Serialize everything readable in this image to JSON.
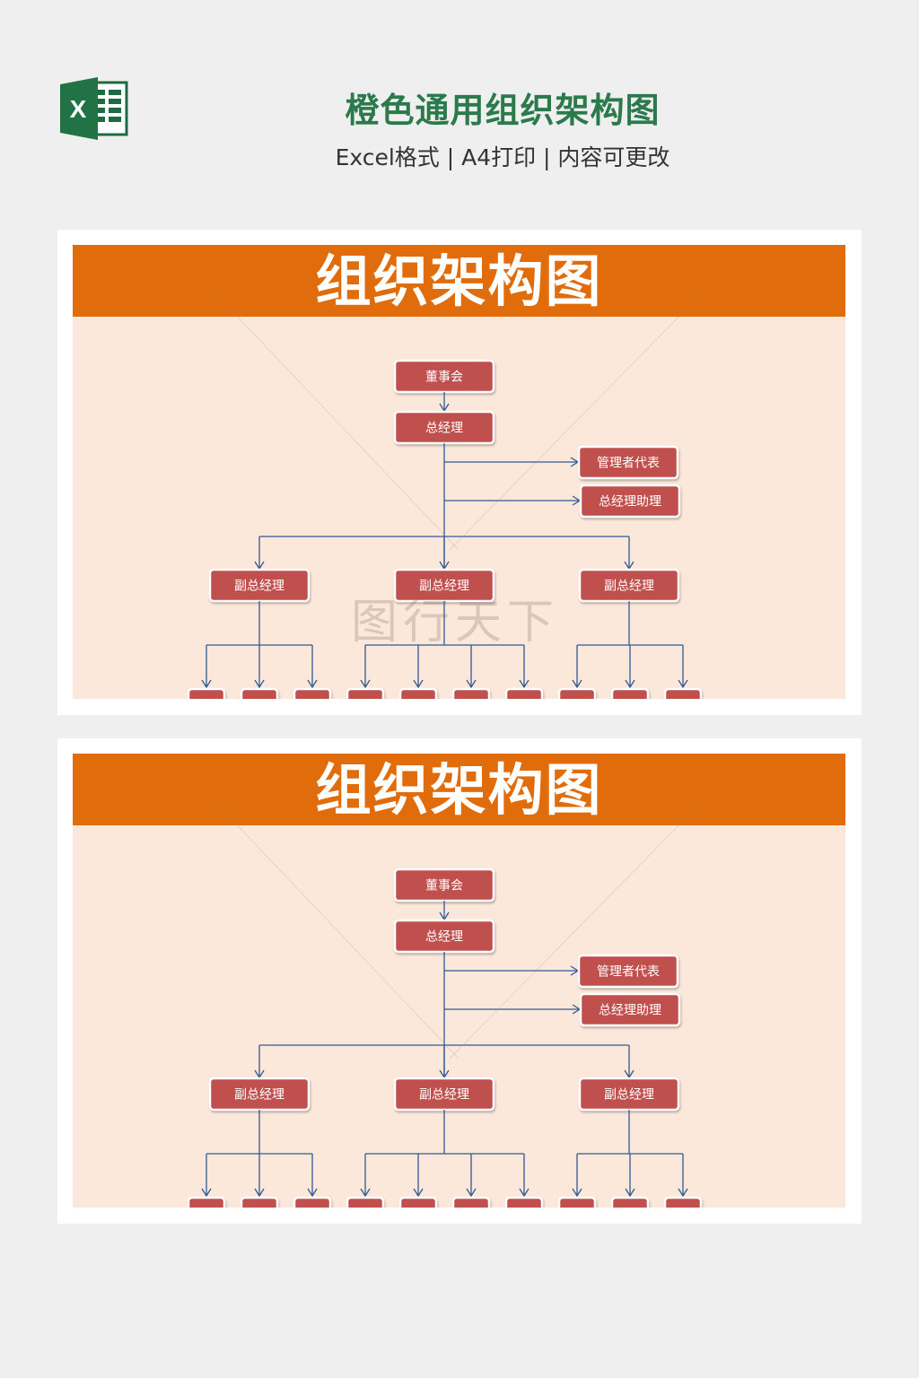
{
  "header": {
    "title": "橙色通用组织架构图",
    "subtitle": "Excel格式 | A4打印 | 内容可更改",
    "logo_letter": "X"
  },
  "panels": [
    {
      "heading": "组织架构图"
    },
    {
      "heading": "组织架构图"
    }
  ],
  "org": {
    "board": "董事会",
    "gm": "总经理",
    "staff": [
      "管理者代表",
      "总经理助理"
    ],
    "vps": [
      "副总经理",
      "副总经理",
      "副总经理"
    ],
    "leaf_counts": [
      3,
      4,
      3
    ]
  },
  "watermark": "图行天下",
  "colors": {
    "accent": "#e06c0b",
    "box": "#c0504d",
    "line": "#2f5a95",
    "title": "#2a7a4b",
    "body": "#fce8da"
  }
}
